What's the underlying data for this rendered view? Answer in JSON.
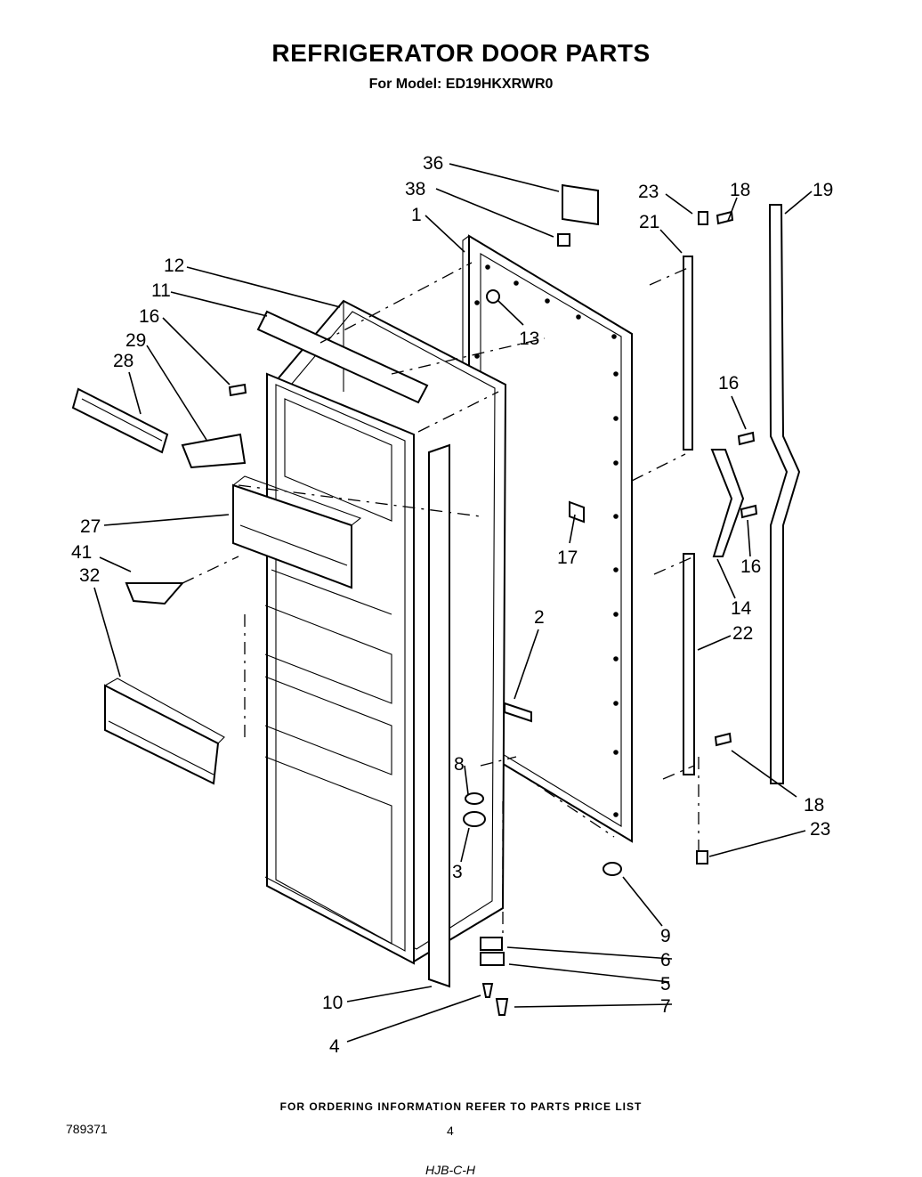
{
  "header": {
    "title": "REFRIGERATOR DOOR PARTS",
    "subtitle": "For Model: ED19HKXRWR0"
  },
  "footer": {
    "ordering_note": "FOR ORDERING INFORMATION REFER TO PARTS PRICE LIST",
    "catalog_number": "789371",
    "page_number": "4",
    "handwritten_note": "HJB-C-H"
  },
  "callouts": {
    "c36": "36",
    "c38": "38",
    "c1": "1",
    "c23a": "23",
    "c18a": "18",
    "c19": "19",
    "c21": "21",
    "c12": "12",
    "c11": "11",
    "c16a": "16",
    "c29": "29",
    "c28": "28",
    "c13": "13",
    "c16b": "16",
    "c27": "27",
    "c17": "17",
    "c16c": "16",
    "c41": "41",
    "c32": "32",
    "c14": "14",
    "c2": "2",
    "c22": "22",
    "c8": "8",
    "c18b": "18",
    "c23b": "23",
    "c3": "3",
    "c9": "9",
    "c6": "6",
    "c5": "5",
    "c10": "10",
    "c7": "7",
    "c4": "4"
  }
}
